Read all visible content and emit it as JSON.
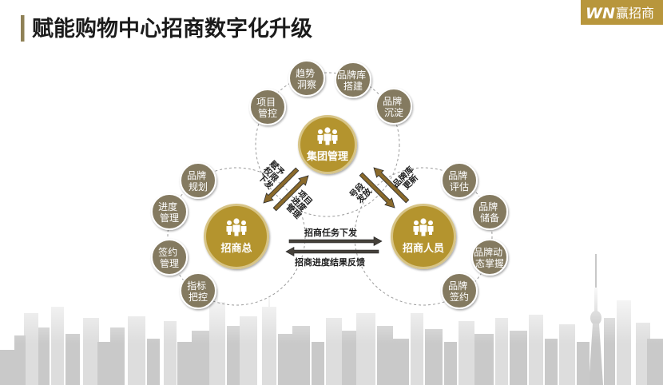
{
  "slide": {
    "title": "赋能购物中心招商数字化升级"
  },
  "logo": {
    "mark": "WN",
    "name": "赢招商"
  },
  "colors": {
    "hub_gold": "#b4942e",
    "hub_ring": "#d7c486",
    "satellite": "#847a61",
    "title_bar": "#8f8156",
    "logo_gold": "#b8963c",
    "arrow_gold": "#8a6a2c",
    "arrow_dark": "#45413a",
    "orbit": "#9a9a9a"
  },
  "icons": {
    "hub_icon": "people-group-icon"
  },
  "hubs": {
    "group": {
      "label": "集团管理",
      "satellites": [
        {
          "lines": [
            "项目",
            "管控"
          ]
        },
        {
          "lines": [
            "趋势",
            "洞察"
          ]
        },
        {
          "lines": [
            "品牌库",
            "搭建"
          ]
        },
        {
          "lines": [
            "品牌",
            "沉淀"
          ]
        }
      ]
    },
    "admin": {
      "label": "招商总",
      "satellites": [
        {
          "lines": [
            "品牌",
            "规划"
          ]
        },
        {
          "lines": [
            "进度",
            "管理"
          ]
        },
        {
          "lines": [
            "签约",
            "管理"
          ]
        },
        {
          "lines": [
            "指标",
            "把控"
          ]
        }
      ]
    },
    "staff": {
      "label": "招商人员",
      "satellites": [
        {
          "lines": [
            "品牌",
            "评估"
          ]
        },
        {
          "lines": [
            "品牌",
            "储备"
          ]
        },
        {
          "lines": [
            "品牌动",
            "态掌握"
          ]
        },
        {
          "lines": [
            "品牌",
            "签约"
          ]
        }
      ]
    }
  },
  "flows": {
    "group_admin_down": {
      "lines": [
        "赋予",
        "权限",
        "下发"
      ]
    },
    "group_admin_up": {
      "lines": [
        "项目",
        "进度",
        "管理"
      ]
    },
    "group_staff_down": {
      "lines": [
        "号段",
        "发放"
      ]
    },
    "group_staff_up": {
      "lines": [
        "品牌库",
        "更新"
      ]
    },
    "admin_staff": {
      "label": "招商任务下发"
    },
    "staff_admin": {
      "label": "招商进度结果反馈"
    }
  }
}
